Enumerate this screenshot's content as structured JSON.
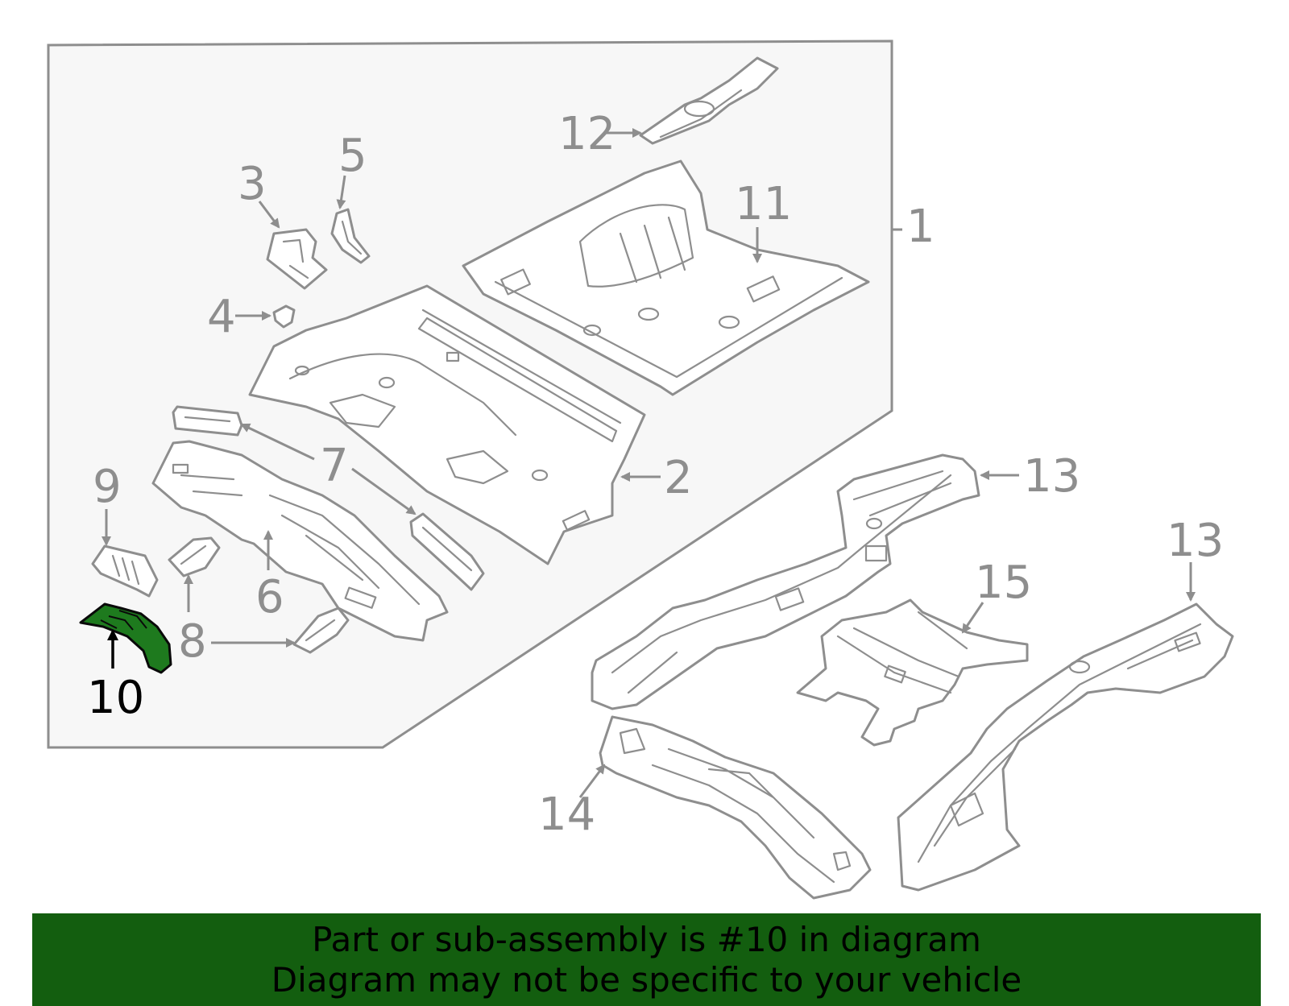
{
  "callouts": {
    "c1": "1",
    "c2": "2",
    "c3": "3",
    "c4": "4",
    "c5": "5",
    "c6": "6",
    "c7": "7",
    "c8": "8",
    "c9": "9",
    "c10": "10",
    "c11": "11",
    "c12": "12",
    "c13a": "13",
    "c13b": "13",
    "c14": "14",
    "c15": "15"
  },
  "banner": {
    "line1": "Part or sub-assembly is #10 in diagram",
    "line2": "Diagram may not be specific to your vehicle"
  },
  "colors": {
    "highlight": "#1e7a1e",
    "banner": "#135e0f",
    "line": "#8e8e8e",
    "panel": "#f7f7f7"
  }
}
